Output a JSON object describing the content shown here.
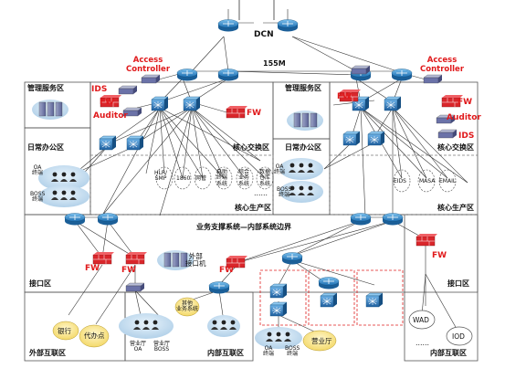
{
  "top": {
    "dcn": "DCN",
    "speed": "155M",
    "access_controller_left": "Access\nController",
    "access_controller_right": "Access\nController"
  },
  "zones": {
    "mgmt_left": "管理服务区",
    "mgmt_right": "管理服务区",
    "daily_office_left": "日常办公区",
    "daily_office_right": "日常办公区",
    "core_switch_left": "核心交换区",
    "core_switch_right": "核心交换区",
    "core_prod_left": "核心生产区",
    "core_prod_right": "核心生产区",
    "boundary": "业务支撑系统—内部系统边界",
    "iface_left": "接口区",
    "iface_right": "接口区",
    "ext_interconnect": "外部互联区",
    "int_interconnect_mid": "内部互联区",
    "int_interconnect_right": "内部互联区"
  },
  "security": {
    "ids_left": "IDS",
    "ids_right": "IDS",
    "auditor_left": "Auditor",
    "auditor_right": "Auditor",
    "fw": "FW"
  },
  "terminals": {
    "oa_term": "OA\n终端",
    "boss_term": "BOSS\n终端",
    "oa_term_r": "OA\n终端",
    "boss_term_r": "BOSS\n终端",
    "hall_oa": "营业厅\nOA",
    "hall_boss": "营业厅\nBOSS",
    "oa_term_b": "OA\n终端",
    "boss_term_b": "BOSS\n终端"
  },
  "servers": {
    "hlr": "HLR/\nSMP",
    "s1860": "1860",
    "gateway": "网管",
    "selfservice": "自助\n终端\n系统",
    "billing": "综合\n业务\n系统",
    "datawarehouse": "数据\n仓库\n系统",
    "dots": "……",
    "eids": "EIDS",
    "masa": "MASA",
    "email": "EMAIL"
  },
  "external": {
    "bank": "银行",
    "agent": "代办点",
    "iface_machine": "外部\n接口机",
    "wad": "WAD",
    "iod": "IOD",
    "other_sys": "其他\n业务系统",
    "hall": "营业厅",
    "dots_right": "……"
  },
  "colors": {
    "zone_border": "#555555",
    "zone_dashed": "#777777",
    "router_blue": "#1f7fc4",
    "switch_blue": "#2a79c7",
    "firewall_red": "#d9262b",
    "line": "#333333",
    "accent_red": "#e0191b",
    "red_dashed": "#e02020"
  }
}
